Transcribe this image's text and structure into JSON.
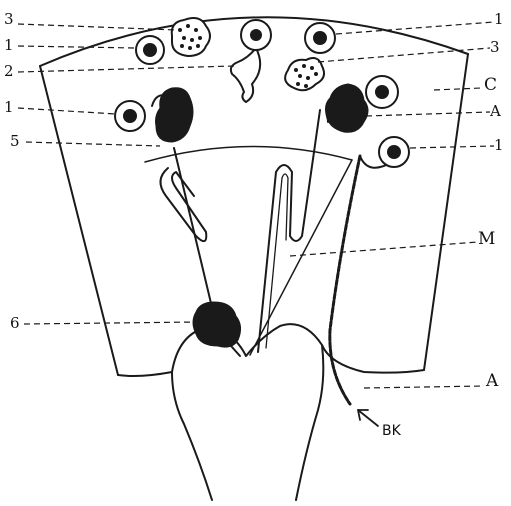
{
  "colors": {
    "ink": "#1a1a1a",
    "paper": "#ffffff"
  },
  "labels": {
    "left": [
      "3",
      "1",
      "2",
      "1",
      "5",
      "6"
    ],
    "right": [
      "1",
      "3",
      "C",
      "A",
      "1",
      "M",
      "A"
    ],
    "bk": "BK"
  }
}
